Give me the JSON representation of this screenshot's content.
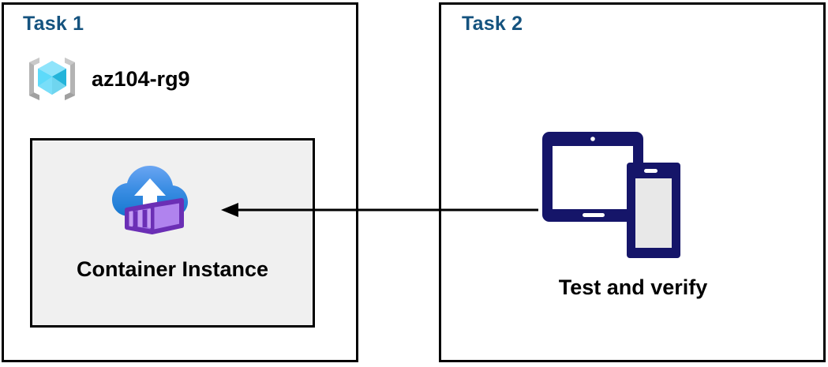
{
  "diagram": {
    "title": "Azure Container Instance task diagram",
    "background_color": "#ffffff",
    "border_color": "#000000",
    "accent_color": "#15537f"
  },
  "task1": {
    "title": "Task 1",
    "resource_group": {
      "icon": "resource-group-icon",
      "label": "az104-rg9"
    },
    "resource": {
      "icon": "container-instance-icon",
      "label": "Container Instance",
      "panel_background": "#f0f0f0",
      "panel_border": "#000000"
    }
  },
  "task2": {
    "title": "Task 2",
    "devices": {
      "icon": "devices-tablet-phone-icon",
      "label": "Test and verify",
      "color": "#151569"
    }
  },
  "connector": {
    "name": "arrow-task2-to-task1",
    "direction": "right-to-left",
    "color": "#000000"
  }
}
